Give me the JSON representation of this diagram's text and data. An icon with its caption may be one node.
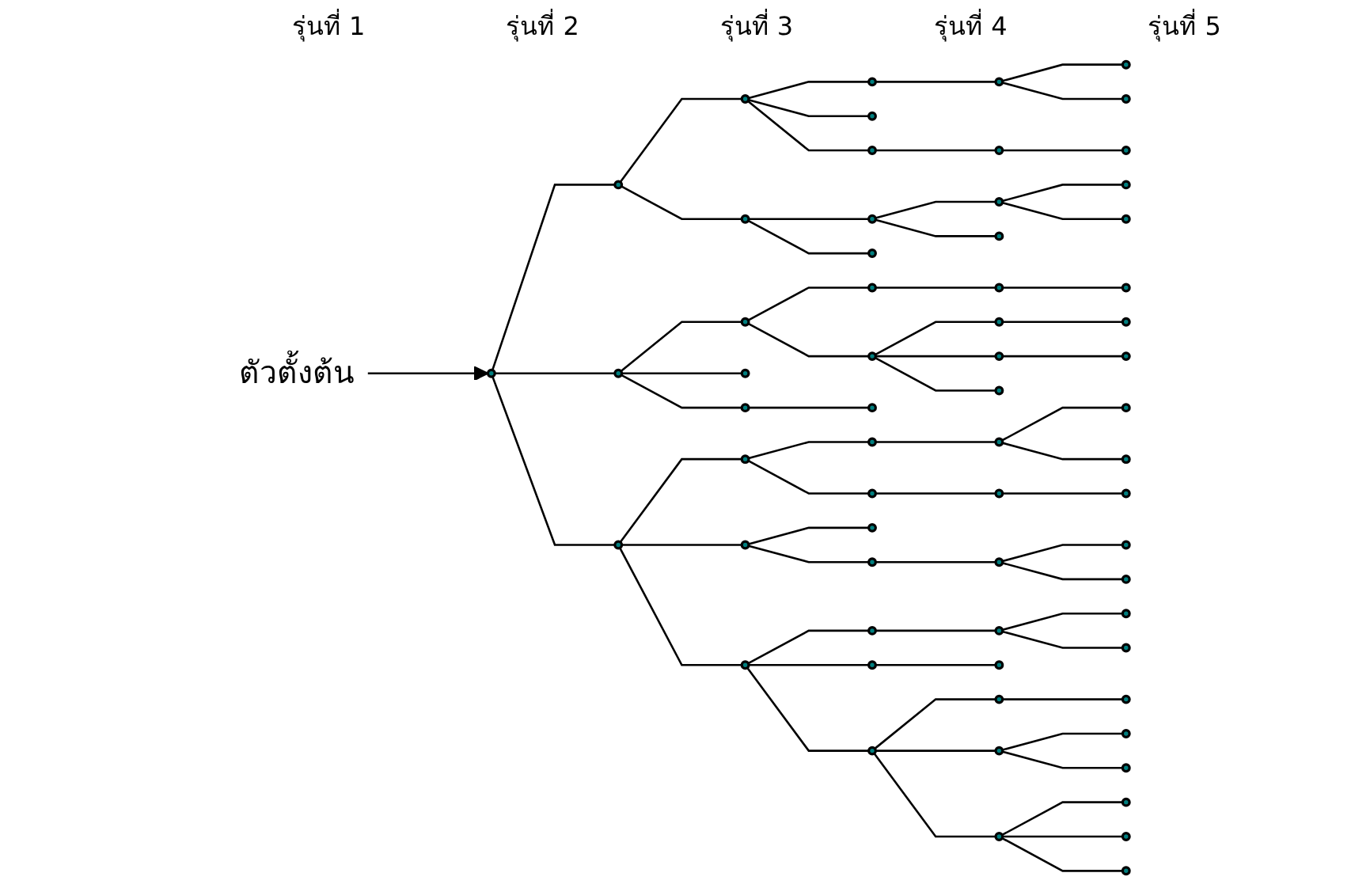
{
  "diagram": {
    "nodes": [
      {
        "text": [
          "ตัวตั้งต้น"
        ]
      },
      {
        "text": [],
        "shape": "circle"
      },
      {
        "text": [],
        "shape": "circle"
      },
      {
        "text": [],
        "shape": "circle"
      },
      {
        "text": [],
        "shape": "circle"
      },
      {
        "text": [],
        "shape": "circle"
      },
      {
        "text": [],
        "shape": "circle"
      },
      {
        "text": [],
        "shape": "circle"
      },
      {
        "text": [],
        "shape": "circle"
      },
      {
        "text": [],
        "shape": "circle"
      },
      {
        "text": [],
        "shape": "circle"
      },
      {
        "text": [],
        "shape": "circle"
      },
      {
        "text": [],
        "shape": "circle"
      },
      {
        "text": [],
        "shape": "circle"
      },
      {
        "text": [],
        "shape": "circle"
      },
      {
        "text": [],
        "shape": "circle"
      },
      {
        "text": [],
        "shape": "circle"
      },
      {
        "text": [],
        "shape": "circle"
      },
      {
        "text": [],
        "shape": "circle"
      },
      {
        "text": [],
        "shape": "circle"
      },
      {
        "text": [],
        "shape": "circle"
      },
      {
        "text": [],
        "shape": "circle"
      },
      {
        "text": [],
        "shape": "circle"
      },
      {
        "text": [],
        "shape": "circle"
      },
      {
        "text": [],
        "shape": "circle"
      },
      {
        "text": [],
        "shape": "circle"
      },
      {
        "text": [],
        "shape": "circle"
      },
      {
        "text": [],
        "shape": "circle"
      },
      {
        "text": [],
        "shape": "circle"
      },
      {
        "text": [],
        "shape": "circle"
      },
      {
        "text": [],
        "shape": "circle"
      },
      {
        "text": [],
        "shape": "circle"
      },
      {
        "text": [],
        "shape": "circle"
      },
      {
        "text": [],
        "shape": "circle"
      },
      {
        "text": [],
        "shape": "circle"
      },
      {
        "text": [],
        "shape": "circle"
      },
      {
        "text": [],
        "shape": "circle"
      },
      {
        "text": [],
        "shape": "circle"
      },
      {
        "text": [],
        "shape": "circle"
      },
      {
        "text": [],
        "shape": "circle"
      },
      {
        "text": [],
        "shape": "circle"
      },
      {
        "text": [],
        "shape": "circle"
      },
      {
        "text": [],
        "shape": "circle"
      },
      {
        "text": [],
        "shape": "circle"
      },
      {
        "text": [],
        "shape": "circle"
      },
      {
        "text": [],
        "shape": "circle"
      },
      {
        "text": [],
        "shape": "circle"
      },
      {
        "text": [],
        "shape": "circle"
      },
      {
        "text": [],
        "shape": "circle"
      },
      {
        "text": [],
        "shape": "circle"
      },
      {
        "text": [],
        "shape": "circle"
      },
      {
        "text": [],
        "shape": "circle"
      },
      {
        "text": [],
        "shape": "circle"
      },
      {
        "text": [],
        "shape": "circle"
      },
      {
        "text": [],
        "shape": "circle"
      },
      {
        "text": [],
        "shape": "circle"
      },
      {
        "text": [],
        "shape": "circle"
      },
      {
        "text": [],
        "shape": "circle"
      },
      {
        "text": [],
        "shape": "circle"
      },
      {
        "text": [],
        "shape": "circle"
      },
      {
        "text": [],
        "shape": "circle"
      },
      {
        "text": [],
        "shape": "circle"
      },
      {
        "text": [],
        "shape": "circle"
      },
      {
        "text": [],
        "shape": "circle"
      },
      {
        "text": [],
        "shape": "circle"
      }
    ],
    "edges": [
      {
        "from": 0,
        "to": 1,
        "arrow": "to"
      },
      {
        "from": 1,
        "to": 2,
        "arrow": "none"
      },
      {
        "from": 1,
        "to": 3,
        "arrow": "none"
      },
      {
        "from": 1,
        "to": 4,
        "arrow": "none"
      },
      {
        "from": 2,
        "to": 5,
        "arrow": "none"
      },
      {
        "from": 2,
        "to": 6,
        "arrow": "none"
      },
      {
        "from": 3,
        "to": 7,
        "arrow": "none"
      },
      {
        "from": 3,
        "to": 8,
        "arrow": "none"
      },
      {
        "from": 3,
        "to": 9,
        "arrow": "none"
      },
      {
        "from": 4,
        "to": 10,
        "arrow": "none"
      },
      {
        "from": 4,
        "to": 11,
        "arrow": "none"
      },
      {
        "from": 4,
        "to": 12,
        "arrow": "none"
      },
      {
        "from": 5,
        "to": 13,
        "arrow": "none"
      },
      {
        "from": 5,
        "to": 14,
        "arrow": "none"
      },
      {
        "from": 5,
        "to": 15,
        "arrow": "none"
      },
      {
        "from": 6,
        "to": 16,
        "arrow": "none"
      },
      {
        "from": 6,
        "to": 17,
        "arrow": "none"
      },
      {
        "from": 7,
        "to": 18,
        "arrow": "none"
      },
      {
        "from": 7,
        "to": 19,
        "arrow": "none"
      },
      {
        "from": 9,
        "to": 20,
        "arrow": "none"
      },
      {
        "from": 10,
        "to": 21,
        "arrow": "none"
      },
      {
        "from": 10,
        "to": 22,
        "arrow": "none"
      },
      {
        "from": 11,
        "to": 23,
        "arrow": "none"
      },
      {
        "from": 11,
        "to": 24,
        "arrow": "none"
      },
      {
        "from": 12,
        "to": 25,
        "arrow": "none"
      },
      {
        "from": 12,
        "to": 26,
        "arrow": "none"
      },
      {
        "from": 12,
        "to": 27,
        "arrow": "none"
      },
      {
        "from": 13,
        "to": 28,
        "arrow": "none"
      },
      {
        "from": 15,
        "to": 29,
        "arrow": "none"
      },
      {
        "from": 16,
        "to": 30,
        "arrow": "none"
      },
      {
        "from": 16,
        "to": 31,
        "arrow": "none"
      },
      {
        "from": 18,
        "to": 32,
        "arrow": "none"
      },
      {
        "from": 19,
        "to": 33,
        "arrow": "none"
      },
      {
        "from": 19,
        "to": 34,
        "arrow": "none"
      },
      {
        "from": 19,
        "to": 35,
        "arrow": "none"
      },
      {
        "from": 21,
        "to": 36,
        "arrow": "none"
      },
      {
        "from": 22,
        "to": 37,
        "arrow": "none"
      },
      {
        "from": 24,
        "to": 38,
        "arrow": "none"
      },
      {
        "from": 25,
        "to": 39,
        "arrow": "none"
      },
      {
        "from": 26,
        "to": 40,
        "arrow": "none"
      },
      {
        "from": 27,
        "to": 41,
        "arrow": "none"
      },
      {
        "from": 27,
        "to": 42,
        "arrow": "none"
      },
      {
        "from": 27,
        "to": 43,
        "arrow": "none"
      },
      {
        "from": 28,
        "to": 44,
        "arrow": "none"
      },
      {
        "from": 28,
        "to": 45,
        "arrow": "none"
      },
      {
        "from": 29,
        "to": 46,
        "arrow": "none"
      },
      {
        "from": 30,
        "to": 47,
        "arrow": "none"
      },
      {
        "from": 30,
        "to": 48,
        "arrow": "none"
      },
      {
        "from": 32,
        "to": 49,
        "arrow": "none"
      },
      {
        "from": 33,
        "to": 50,
        "arrow": "none"
      },
      {
        "from": 34,
        "to": 51,
        "arrow": "none"
      },
      {
        "from": 36,
        "to": 52,
        "arrow": "none"
      },
      {
        "from": 36,
        "to": 53,
        "arrow": "none"
      },
      {
        "from": 37,
        "to": 54,
        "arrow": "none"
      },
      {
        "from": 38,
        "to": 55,
        "arrow": "none"
      },
      {
        "from": 38,
        "to": 56,
        "arrow": "none"
      },
      {
        "from": 39,
        "to": 57,
        "arrow": "none"
      },
      {
        "from": 39,
        "to": 58,
        "arrow": "none"
      },
      {
        "from": 41,
        "to": 59,
        "arrow": "none"
      },
      {
        "from": 42,
        "to": 60,
        "arrow": "none"
      },
      {
        "from": 42,
        "to": 61,
        "arrow": "none"
      },
      {
        "from": 43,
        "to": 62,
        "arrow": "none"
      },
      {
        "from": 43,
        "to": 63,
        "arrow": "none"
      },
      {
        "from": 43,
        "to": 64,
        "arrow": "none"
      }
    ],
    "labels": [
      "รุ่นที่ 1",
      "รุ่นที่ 2",
      "รุ่นที่ 3",
      "รุ่นที่ 4",
      "รุ่นที่ 5"
    ]
  }
}
